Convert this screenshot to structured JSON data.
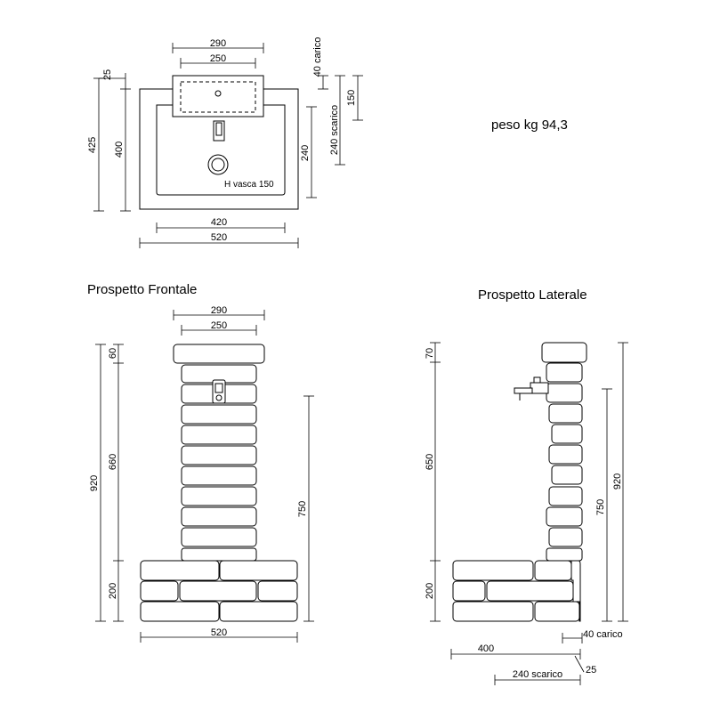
{
  "weight": {
    "text": "peso kg 94,3"
  },
  "plan_view": {
    "top_outer_width": "290",
    "top_inner_width": "250",
    "overhang": "25",
    "total_depth": "425",
    "basin_depth": "400",
    "drain_distance": "240",
    "drain_label": "240 scarico",
    "load_label": "40 carico",
    "top_depth": "150",
    "basin_height_note": "H vasca 150",
    "inner_width": "420",
    "outer_width": "520"
  },
  "front_view": {
    "title": "Prospetto Frontale",
    "top_outer_width": "290",
    "top_inner_width": "250",
    "cap_height": "60",
    "column_height": "660",
    "total_height": "920",
    "base_height": "200",
    "tap_height": "750",
    "base_width": "520"
  },
  "side_view": {
    "title": "Prospetto Laterale",
    "cap_height": "70",
    "column_height": "650",
    "base_height": "200",
    "tap_height": "750",
    "total_height": "920",
    "load_label": "40 carico",
    "base_depth": "400",
    "overhang": "25",
    "drain_label": "240 scarico"
  }
}
